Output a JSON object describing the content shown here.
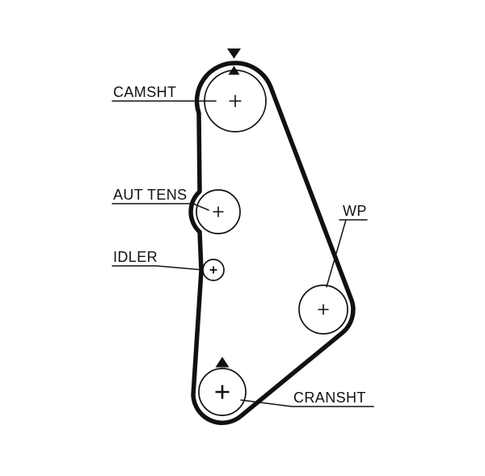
{
  "diagram": {
    "type": "timing-belt-routing-diagram",
    "background_color": "#ffffff",
    "ink_color": "#111111",
    "labels": {
      "camshaft": "CAMSHT",
      "auto_tensioner": "AUT TENS",
      "idler": "IDLER",
      "water_pump": "WP",
      "crankshaft": "CRANSHT"
    },
    "marks": {
      "camshaft_outer_mark": "triangle-down",
      "camshaft_inner_mark": "triangle-up",
      "crankshaft_mark": "triangle-up",
      "pulley_center_mark": "plus-cross"
    }
  }
}
